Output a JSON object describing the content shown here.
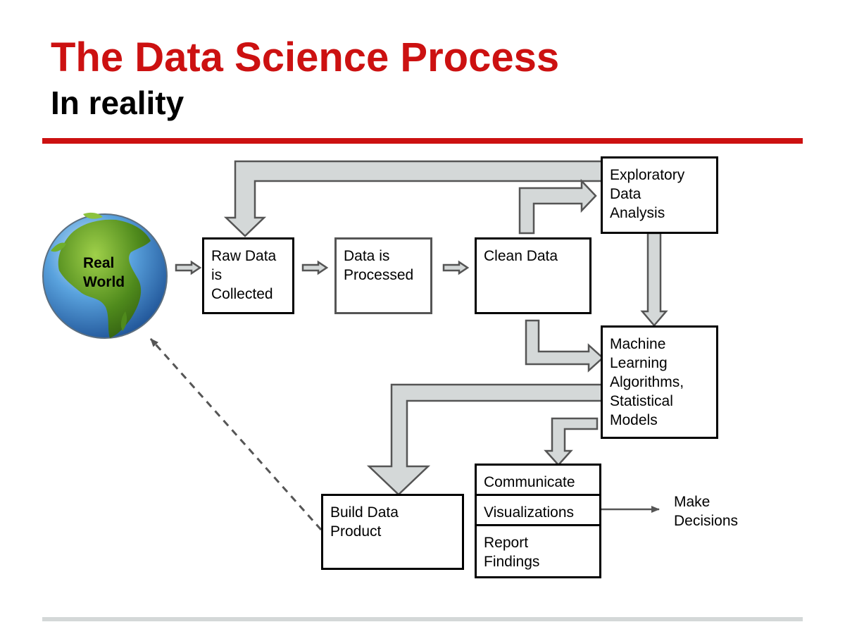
{
  "slide": {
    "title": "The Data Science Process",
    "subtitle": "In reality",
    "accent_color": "#cc1111",
    "arrow_fill": "#d4d8d8",
    "arrow_stroke": "#555555"
  },
  "globe": {
    "label": "Real\nWorld",
    "icon": "earth-globe-icon"
  },
  "nodes": {
    "raw_data": "Raw Data\nis\nCollected",
    "processed": "Data is\nProcessed",
    "clean": "Clean Data",
    "eda": "Exploratory\nData\nAnalysis",
    "ml": "Machine\nLearning\nAlgorithms,\nStatistical\nModels",
    "build": "Build Data\nProduct",
    "communicate": "Communicate",
    "visualizations": "Visualizations",
    "report": "Report\nFindings",
    "decisions": "Make\nDecisions"
  }
}
